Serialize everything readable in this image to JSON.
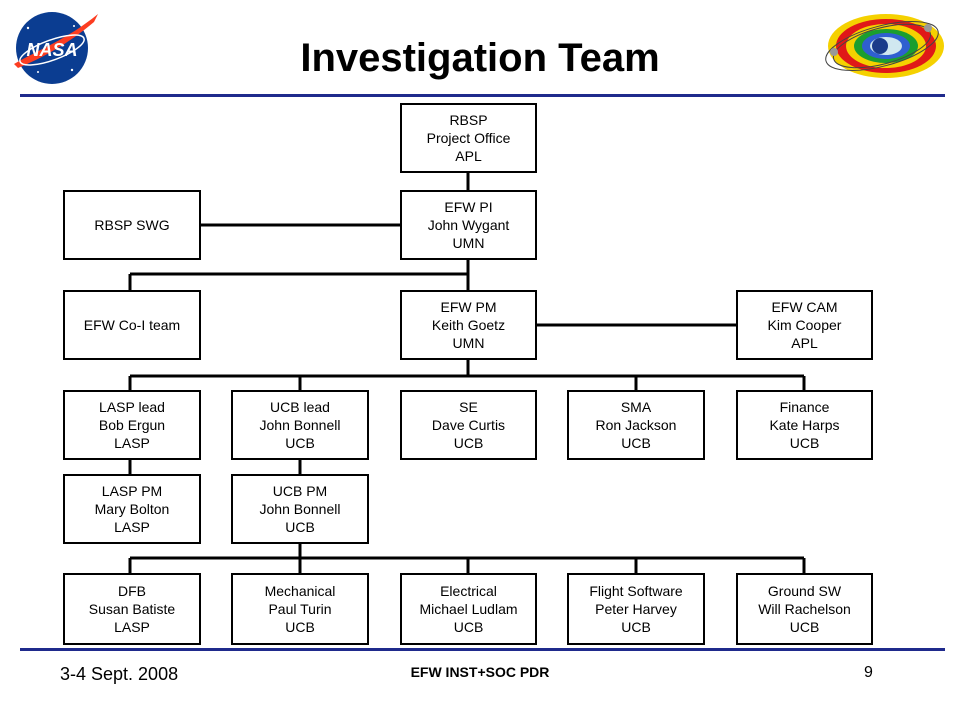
{
  "header": {
    "title": "Investigation Team",
    "logo_text": "NASA"
  },
  "org_chart": {
    "rbsp_po": {
      "lines": [
        "RBSP",
        "Project Office",
        "APL"
      ]
    },
    "rbsp_swg": {
      "lines": [
        "RBSP SWG"
      ]
    },
    "efw_pi": {
      "lines": [
        "EFW PI",
        "John Wygant",
        "UMN"
      ]
    },
    "efw_coi": {
      "lines": [
        "EFW Co-I team"
      ]
    },
    "efw_pm": {
      "lines": [
        "EFW PM",
        "Keith Goetz",
        "UMN"
      ]
    },
    "efw_cam": {
      "lines": [
        "EFW CAM",
        "Kim Cooper",
        "APL"
      ]
    },
    "lasp_lead": {
      "lines": [
        "LASP lead",
        "Bob Ergun",
        "LASP"
      ]
    },
    "ucb_lead": {
      "lines": [
        "UCB lead",
        "John Bonnell",
        "UCB"
      ]
    },
    "se": {
      "lines": [
        "SE",
        "Dave Curtis",
        "UCB"
      ]
    },
    "sma": {
      "lines": [
        "SMA",
        "Ron Jackson",
        "UCB"
      ]
    },
    "finance": {
      "lines": [
        "Finance",
        "Kate Harps",
        "UCB"
      ]
    },
    "lasp_pm": {
      "lines": [
        "LASP PM",
        "Mary Bolton",
        "LASP"
      ]
    },
    "ucb_pm": {
      "lines": [
        "UCB PM",
        "John Bonnell",
        "UCB"
      ]
    },
    "dfb": {
      "lines": [
        "DFB",
        "Susan Batiste",
        "LASP"
      ]
    },
    "mechanical": {
      "lines": [
        "Mechanical",
        "Paul Turin",
        "UCB"
      ]
    },
    "electrical": {
      "lines": [
        "Electrical",
        "Michael Ludlam",
        "UCB"
      ]
    },
    "flight_sw": {
      "lines": [
        "Flight Software",
        "Peter Harvey",
        "UCB"
      ]
    },
    "ground_sw": {
      "lines": [
        "Ground SW",
        "Will Rachelson",
        "UCB"
      ]
    }
  },
  "footer": {
    "date": "3-4 Sept. 2008",
    "center": "EFW INST+SOC PDR",
    "page": "9"
  },
  "colors": {
    "rule": "#1f2a8c",
    "nasa_blue": "#0b3d91",
    "nasa_red": "#fc3d21"
  }
}
